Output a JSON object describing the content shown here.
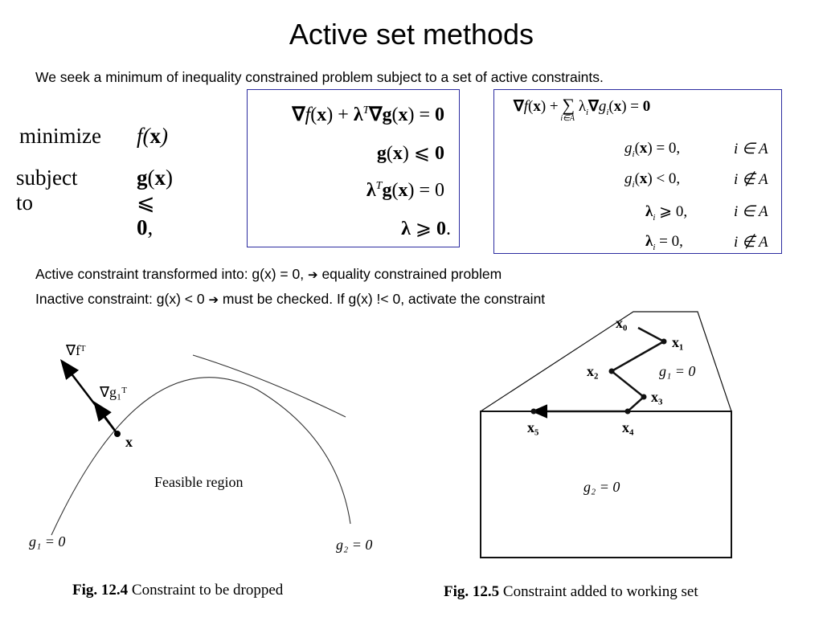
{
  "title": "Active set methods",
  "intro": "We seek a minimum of inequality constrained problem subject to a set of active constraints.",
  "problem": {
    "minimize_word": "minimize",
    "minimize_expr": "f(x)",
    "subject_word": "subject to",
    "subject_expr": "g(x) ⩽ 0,"
  },
  "kkt_box": {
    "line1": "∇f(x) + λᵀ∇g(x) = 0",
    "line2": "g(x) ⩽ 0",
    "line3": "λᵀg(x) = 0",
    "line4": "λ ⩾ 0."
  },
  "active_box": {
    "line1": "∇f(x) + Σ_{i∈A} λᵢ∇gᵢ(x) = 0",
    "rows": [
      {
        "expr": "gᵢ(x) = 0,",
        "cond": "i ∈ A"
      },
      {
        "expr": "gᵢ(x) < 0,",
        "cond": "i ∉ A"
      },
      {
        "expr": "λᵢ ⩾ 0,",
        "cond": "i ∈ A"
      },
      {
        "expr": "λᵢ = 0,",
        "cond": "i ∉ A"
      }
    ]
  },
  "notes": {
    "active": "Active constraint transformed into: g(x) = 0,",
    "active_tail": "equality constrained problem",
    "inactive": "Inactive constraint: g(x) < 0",
    "inactive_tail": "must be checked. If g(x) !< 0, activate the constraint",
    "arrow_icon": "right-arrow-icon"
  },
  "fig1": {
    "grad_f": "∇fᵀ",
    "grad_g1": "∇g₁ᵀ",
    "point": "x",
    "region": "Feasible region",
    "g1": "g₁ = 0",
    "g2": "g₂ = 0",
    "caption_num": "Fig. 12.4",
    "caption_text": "Constraint to be dropped"
  },
  "fig2": {
    "points": [
      "x₀",
      "x₁",
      "x₂",
      "x₃",
      "x₄",
      "x₅"
    ],
    "g1": "g₁ = 0",
    "g2": "g₂ = 0",
    "caption_num": "Fig. 12.5",
    "caption_text": "Constraint added to working set"
  }
}
